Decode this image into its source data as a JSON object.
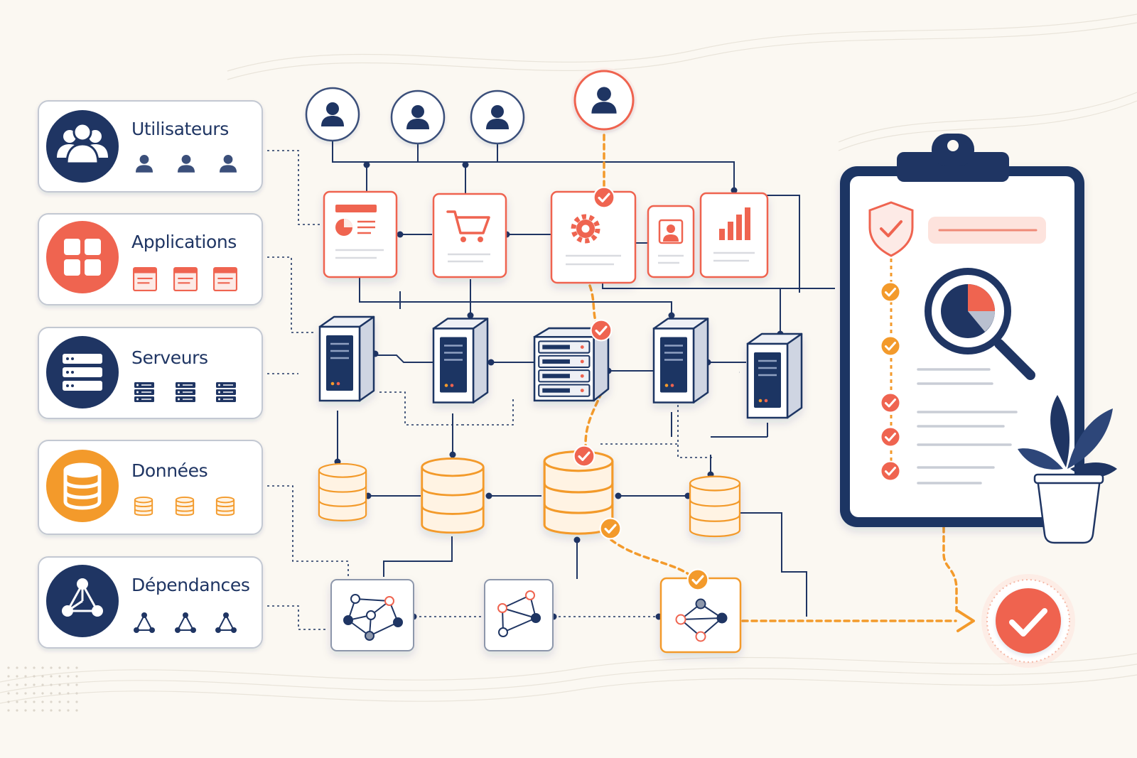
{
  "categories": [
    {
      "key": "users",
      "label": "Utilisateurs",
      "icon": "users-group-icon"
    },
    {
      "key": "apps",
      "label": "Applications",
      "icon": "apps-grid-icon"
    },
    {
      "key": "servers",
      "label": "Serveurs",
      "icon": "server-rack-icon"
    },
    {
      "key": "data",
      "label": "Données",
      "icon": "database-icon"
    },
    {
      "key": "deps",
      "label": "Dépendances",
      "icon": "network-nodes-icon"
    }
  ],
  "colors": {
    "navy": "#1f3563",
    "coral": "#ef6450",
    "orange": "#f39a2b",
    "background": "#fbf8f2",
    "card_border": "#c3c8d2"
  },
  "icons": {
    "users": [
      "user-icon",
      "user-icon",
      "user-icon",
      "user-highlighted-icon"
    ],
    "apps": [
      "dashboard-app-icon",
      "shopping-cart-app-icon",
      "gear-app-icon",
      "profile-app-icon",
      "bar-chart-app-icon"
    ],
    "servers": [
      "tower-server-icon",
      "tower-server-icon",
      "rack-server-icon",
      "tower-server-icon",
      "tower-server-icon"
    ],
    "databases": [
      "database-icon",
      "database-icon",
      "database-icon",
      "database-icon"
    ],
    "dependencies": [
      "dependency-graph-icon",
      "dependency-graph-icon",
      "dependency-graph-icon"
    ],
    "audit": [
      "clipboard-icon",
      "shield-check-icon",
      "magnifier-pie-chart-icon",
      "plant-icon",
      "final-check-icon"
    ]
  }
}
